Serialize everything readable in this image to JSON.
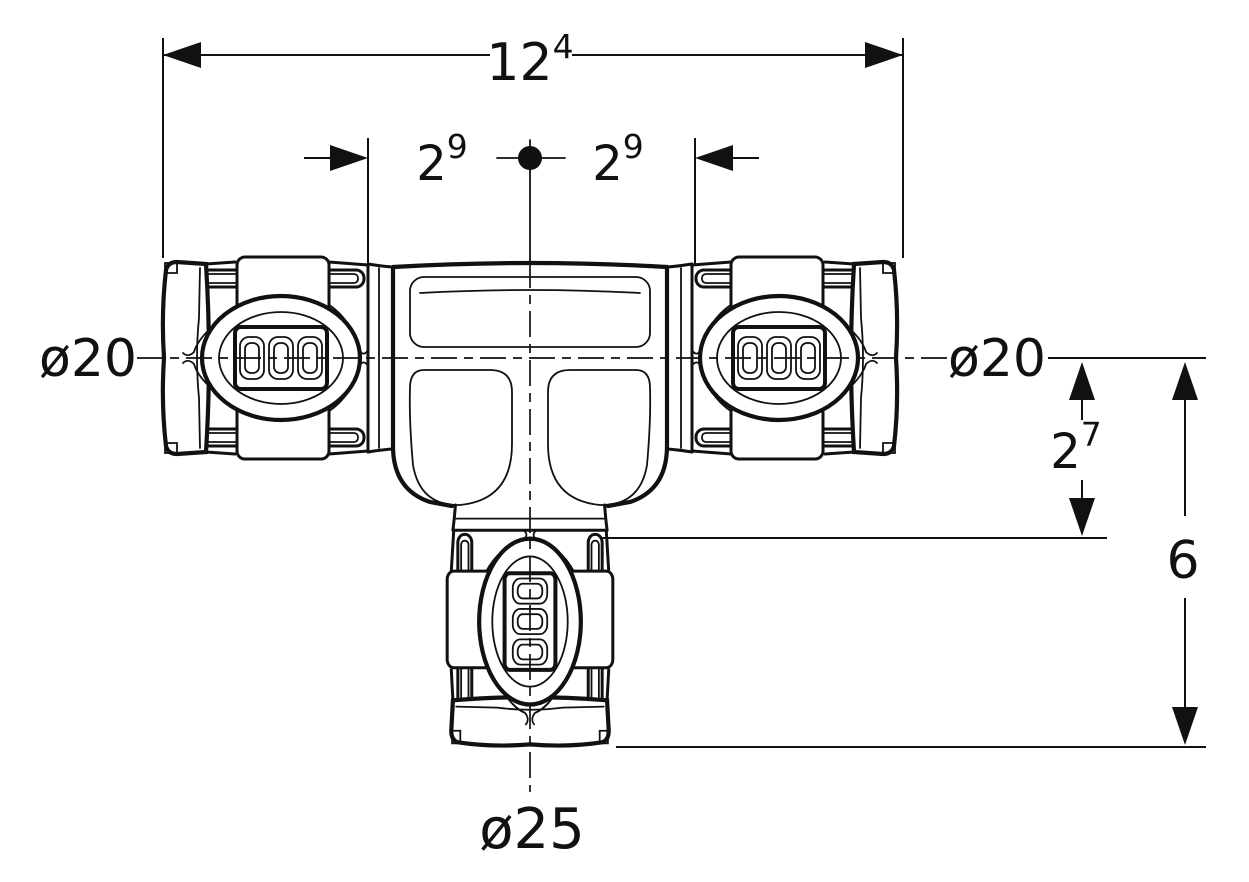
{
  "drawing": {
    "type": "technical-dimension-drawing",
    "subject": "T-piece press fitting, front view",
    "colors": {
      "line": "#111111",
      "background": "#ffffff"
    },
    "dimensions": {
      "overall_width": {
        "base": "12",
        "sup": "4"
      },
      "offset_left": {
        "base": "2",
        "sup": "9"
      },
      "offset_right": {
        "base": "2",
        "sup": "9"
      },
      "dia_left": "ø20",
      "dia_right": "ø20",
      "branch_drop": {
        "base": "2",
        "sup": "7"
      },
      "overall_height": "6",
      "dia_branch": "ø25"
    }
  }
}
